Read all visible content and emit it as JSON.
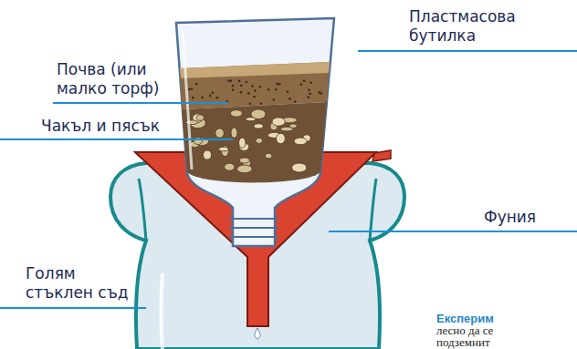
{
  "diagram": {
    "labels": [
      "Почва (или малко торф)",
      "Чакъл и пясък",
      "Пластмасова бутилка",
      "Фуния",
      "Голям стъклен съд",
      "Експерим",
      "лесно да се",
      "подземнит"
    ]
  }
}
